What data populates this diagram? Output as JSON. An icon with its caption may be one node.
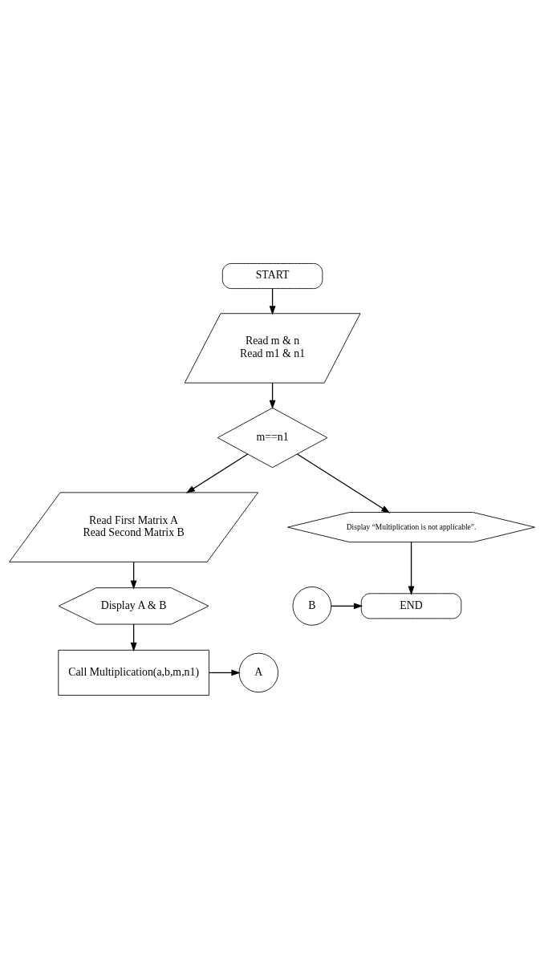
{
  "diagram": {
    "nodes": [
      {
        "text": [
          "START"
        ]
      },
      {
        "text": [
          "Read m & n",
          "Read m1 & n1"
        ]
      },
      {
        "text": [
          "m==n1"
        ]
      },
      {
        "text": [
          "Read First Matrix A",
          "Read Second Matrix B"
        ]
      },
      {
        "text": [
          "Display A & B"
        ]
      },
      {
        "text": [
          "Call Multiplication(a,b,m,n1)"
        ]
      },
      {
        "text": [
          "A"
        ]
      },
      {
        "text": [
          "Display “Multiplication is not applicable”."
        ]
      },
      {
        "text": [
          "END"
        ]
      },
      {
        "text": [
          "B"
        ]
      }
    ],
    "edges": [
      {
        "from": 0,
        "to": 1,
        "arrow": "to"
      },
      {
        "from": 1,
        "to": 2,
        "arrow": "to"
      },
      {
        "from": 2,
        "to": 3,
        "arrow": "to"
      },
      {
        "from": 3,
        "to": 4,
        "arrow": "to"
      },
      {
        "from": 4,
        "to": 5,
        "arrow": "to"
      },
      {
        "from": 5,
        "to": 6,
        "arrow": "to"
      },
      {
        "from": 2,
        "to": 7,
        "arrow": "to"
      },
      {
        "from": 7,
        "to": 8,
        "arrow": "to"
      },
      {
        "from": 9,
        "to": 8,
        "arrow": "to"
      }
    ]
  }
}
